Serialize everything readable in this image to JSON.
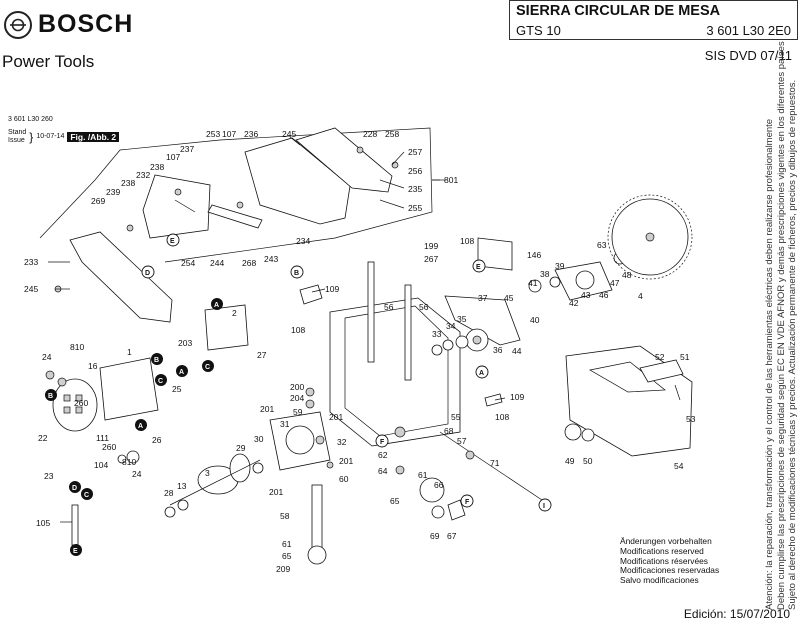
{
  "brand": {
    "name": "BOSCH",
    "division": "Power Tools"
  },
  "title_block": {
    "title": "SIERRA CIRCULAR DE MESA",
    "model": "GTS 10",
    "part_number": "3 601 L30 2E0"
  },
  "sis": "SIS DVD 07/11",
  "meta": {
    "code": "3 601 L30 260",
    "stand_label": "Stand",
    "issue_label": "Issue",
    "date": "10-07-14",
    "figure": "Fig. /Abb. 2"
  },
  "side_text": [
    "Atención: la reparación, transformación y el control de las herramientas eléctricas deben realizarse profesionalmente",
    "Deben cumplirse las prescripciones de seguridad según EC EN VDE AFNOR y demás prescripciones vigentes en los diferentes países",
    "Sujeto al derecho de modificaciones técnicas y precios. Actualización permanente de ficheros, precios y dibujos de repuestos."
  ],
  "notes": [
    "Änderungen vorbehalten",
    "Modifications reserved",
    "Modifications réservées",
    "Modificaciones reservadas",
    "Salvo modificaciones"
  ],
  "edition": "Edición: 15/07/2010",
  "callout_letters": [
    "A",
    "B",
    "C",
    "D",
    "E",
    "F",
    "I"
  ],
  "part_labels": {
    "p801": "801",
    "p228": "228",
    "p258": "258",
    "p253": "253",
    "p107a": "107",
    "p236": "236",
    "p245a": "245",
    "p257": "257",
    "p256": "256",
    "p235": "235",
    "p255": "255",
    "p237": "237",
    "p238a": "238",
    "p107b": "107",
    "p232": "232",
    "p238b": "238",
    "p239": "239",
    "p269": "269",
    "p254": "254",
    "p244": "244",
    "p268": "268",
    "p243": "243",
    "p234": "234",
    "p233": "233",
    "p245b": "245",
    "p199": "199",
    "p108a": "108",
    "p267": "267",
    "p146": "146",
    "p109a": "109",
    "p108b": "108",
    "p56a": "56",
    "p56b": "56",
    "p37": "37",
    "p45": "45",
    "p41": "41",
    "p38": "38",
    "p39": "39",
    "p63": "63",
    "p47": "47",
    "p48": "48",
    "p4": "4",
    "p43": "43",
    "p46": "46",
    "p42": "42",
    "p40": "40",
    "p33": "33",
    "p34": "34",
    "p35": "35",
    "p36": "36",
    "p44": "44",
    "p52": "52",
    "p51": "51",
    "p53": "53",
    "p49": "49",
    "p50": "50",
    "p54": "54",
    "p810a": "810",
    "p16": "16",
    "p24a": "24",
    "p1": "1",
    "p260a": "260",
    "p22": "22",
    "p111": "111",
    "p260b": "260",
    "p26": "26",
    "p25": "25",
    "p23": "23",
    "p104": "104",
    "p810b": "810",
    "p24b": "24",
    "p105": "105",
    "p2": "2",
    "p203": "203",
    "p27": "27",
    "p3": "3",
    "p13": "13",
    "p28": "28",
    "p29": "29",
    "p30": "30",
    "p31": "31",
    "p201a": "201",
    "p200": "200",
    "p204": "204",
    "p59": "59",
    "p201b": "201",
    "p32": "32",
    "p201c": "201",
    "p60": "60",
    "p201d": "201",
    "p58": "58",
    "p61a": "61",
    "p65a": "65",
    "p209": "209",
    "p109b": "109",
    "p108c": "108",
    "p55": "55",
    "p68": "68",
    "p57": "57",
    "p62": "62",
    "p64": "64",
    "p71": "71",
    "p61b": "61",
    "p66": "66",
    "p65b": "65",
    "p69": "69",
    "p67": "67"
  }
}
